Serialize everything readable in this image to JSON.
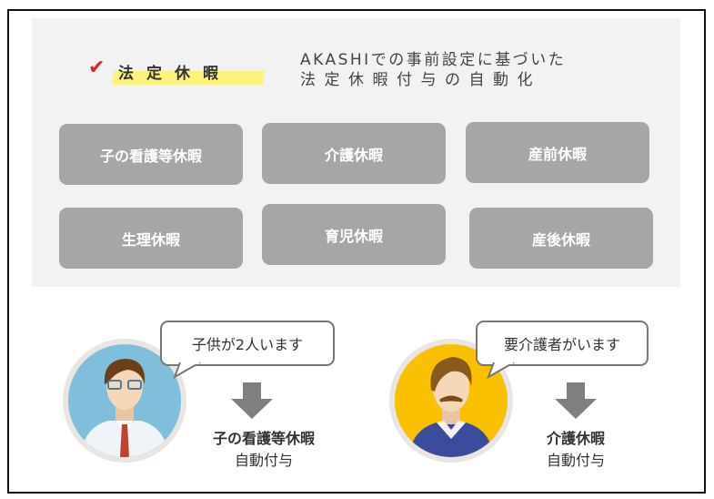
{
  "header": {
    "check_icon": "checkmark-icon",
    "title": "法定休暇",
    "description_line1": "AKASHIでの事前設定に基づいた",
    "description_line2": "法定休暇付与の自動化"
  },
  "leave_types": [
    {
      "label": "子の看護等休暇"
    },
    {
      "label": "介護休暇"
    },
    {
      "label": "産前休暇"
    },
    {
      "label": "生理休暇"
    },
    {
      "label": "育児休暇"
    },
    {
      "label": "産後休暇"
    }
  ],
  "examples": [
    {
      "speech": "子供が2人います",
      "result_title": "子の看護等休暇",
      "result_sub": "自動付与",
      "avatar_color": "#7fbfdc"
    },
    {
      "speech": "要介護者がいます",
      "result_title": "介護休暇",
      "result_sub": "自動付与",
      "avatar_color": "#f9c000"
    }
  ]
}
